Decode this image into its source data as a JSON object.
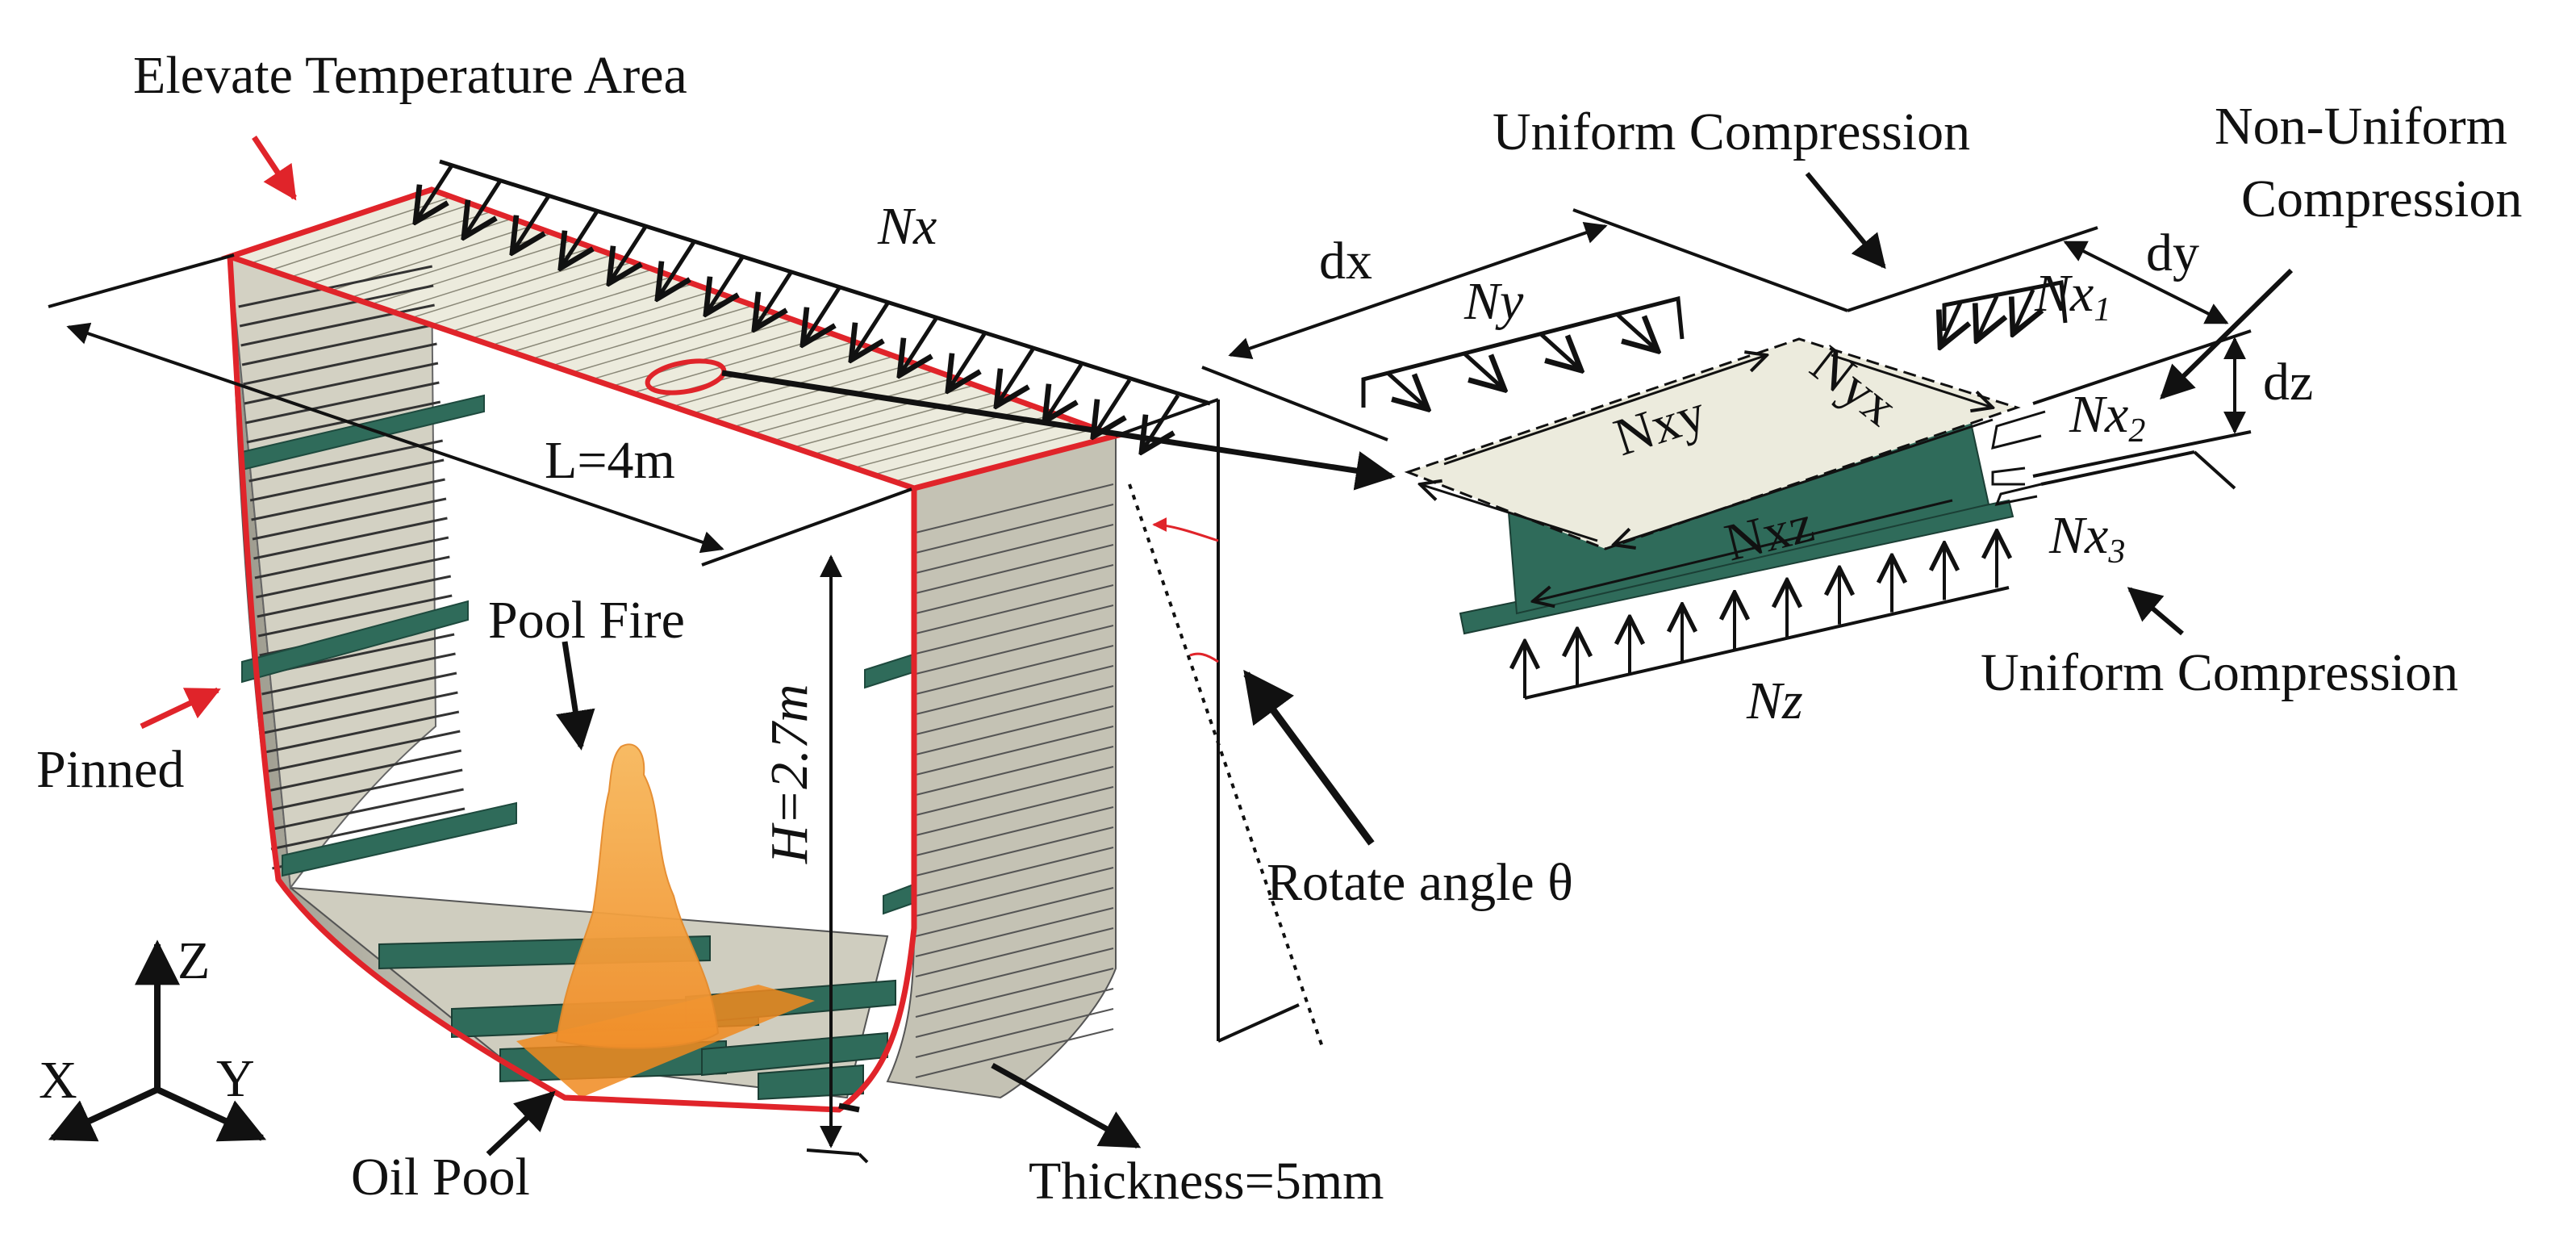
{
  "labels": {
    "elevate_area": "Elevate Temperature Area",
    "nx_main": "Nx",
    "length": "L=4m",
    "height": "H=2.7m",
    "pool_fire": "Pool Fire",
    "pinned": "Pinned",
    "oil_pool": "Oil Pool",
    "thickness": "Thickness=5mm",
    "rotate": "Rotate angle θ",
    "axis_x": "X",
    "axis_y": "Y",
    "axis_z": "Z"
  },
  "detail": {
    "uniform_top": "Uniform Compression",
    "non_uniform_1": "Non-Uniform",
    "non_uniform_2": "Compression",
    "uniform_bottom": "Uniform Compression",
    "dx": "dx",
    "dy": "dy",
    "dz": "dz",
    "ny": "Ny",
    "nxy": "Nxy",
    "nyx": "Nyx",
    "nxz": "Nxz",
    "nz": "Nz",
    "nx1": "Nx",
    "nx1_sub": "1",
    "nx2": "Nx",
    "nx2_sub": "2",
    "nx3": "Nx",
    "nx3_sub": "3"
  },
  "colors": {
    "highlight": "#e0242a",
    "deck": "#ecebdd",
    "side": "#bdbbae",
    "stiffener": "#2f6b5a",
    "fire": "#f5a04a",
    "pool": "#f08a1f"
  }
}
